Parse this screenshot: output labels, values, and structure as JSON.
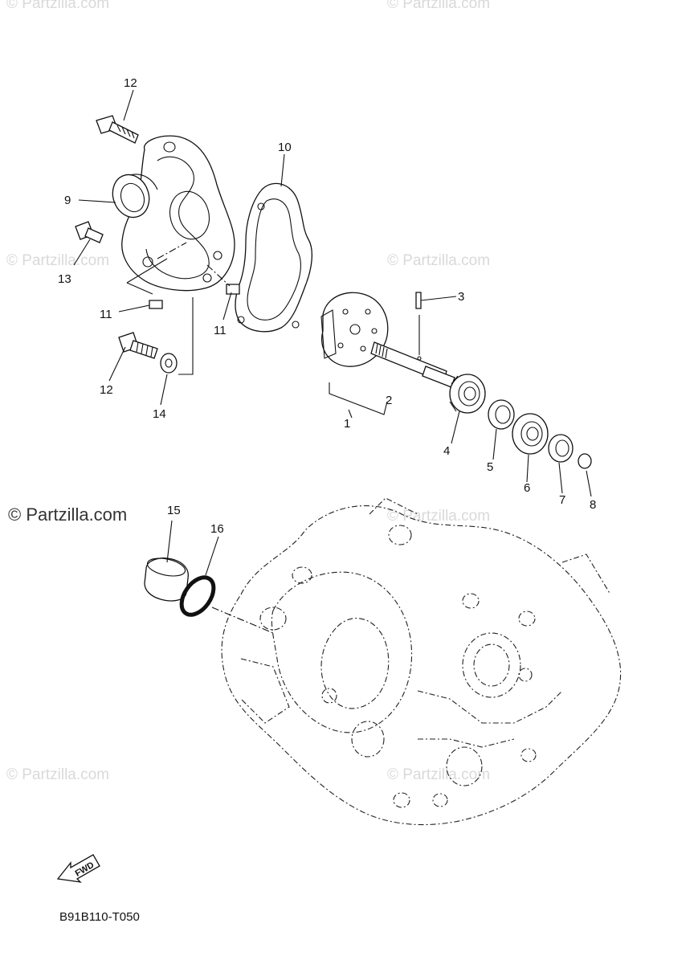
{
  "diagram_code": "B91B110-T050",
  "fwd_label": "FWD",
  "watermark": "© Partzilla.com",
  "colors": {
    "line": "#111111",
    "watermark_faint": "#d9d9d9",
    "watermark_strong": "#333333",
    "background": "#ffffff"
  },
  "callouts": [
    {
      "id": "1",
      "label": "1"
    },
    {
      "id": "2",
      "label": "2"
    },
    {
      "id": "3",
      "label": "3"
    },
    {
      "id": "4",
      "label": "4"
    },
    {
      "id": "5",
      "label": "5"
    },
    {
      "id": "6",
      "label": "6"
    },
    {
      "id": "7",
      "label": "7"
    },
    {
      "id": "8",
      "label": "8"
    },
    {
      "id": "9",
      "label": "9"
    },
    {
      "id": "10",
      "label": "10"
    },
    {
      "id": "11a",
      "label": "11"
    },
    {
      "id": "11b",
      "label": "11"
    },
    {
      "id": "12a",
      "label": "12"
    },
    {
      "id": "12b",
      "label": "12"
    },
    {
      "id": "13",
      "label": "13"
    },
    {
      "id": "14",
      "label": "14"
    },
    {
      "id": "15",
      "label": "15"
    },
    {
      "id": "16",
      "label": "16"
    }
  ]
}
